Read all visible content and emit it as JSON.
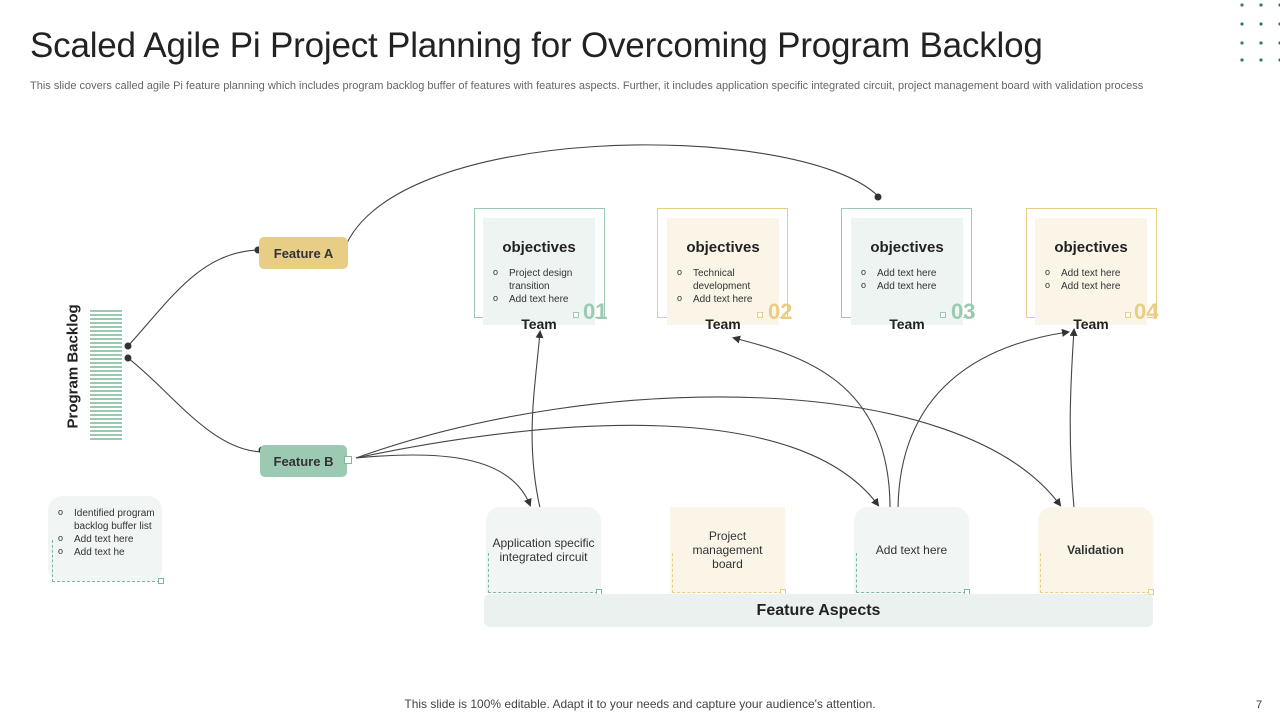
{
  "header": {
    "title": "Scaled Agile Pi Project Planning for Overcoming Program Backlog",
    "subtitle": "This slide covers called agile Pi feature planning which includes program backlog buffer of features with features aspects. Further, it includes application specific integrated circuit, project management board with validation process"
  },
  "colors": {
    "green": "#9cc9b1",
    "green_light": "#eef4f1",
    "gold": "#e8cd85",
    "gold_light": "#fbf5e8",
    "dots": "#2e7d5b"
  },
  "program_backlog": {
    "label": "Program Backlog",
    "note_items": [
      "Identified program backlog buffer list",
      "Add text here",
      "Add text he"
    ]
  },
  "features": {
    "a": "Feature A",
    "b": "Feature B"
  },
  "cards": [
    {
      "heading": "objectives",
      "items": [
        "Project design transition",
        "Add text here"
      ],
      "number": "01",
      "team": "Team",
      "accent": "green"
    },
    {
      "heading": "objectives",
      "items": [
        "Technical development",
        "Add text here"
      ],
      "number": "02",
      "team": "Team",
      "accent": "gold"
    },
    {
      "heading": "objectives",
      "items": [
        "Add text here",
        "Add text here"
      ],
      "number": "03",
      "team": "Team",
      "accent": "green"
    },
    {
      "heading": "objectives",
      "items": [
        "Add text here",
        "Add text here"
      ],
      "number": "04",
      "team": "Team",
      "accent": "gold"
    }
  ],
  "aspects": {
    "items": [
      "Application specific integrated circuit",
      "Project management board",
      "Add text here",
      "Validation"
    ],
    "label": "Feature Aspects"
  },
  "footer": {
    "text": "This slide is 100% editable. Adapt it to your needs and capture your audience's attention.",
    "page": "7"
  }
}
